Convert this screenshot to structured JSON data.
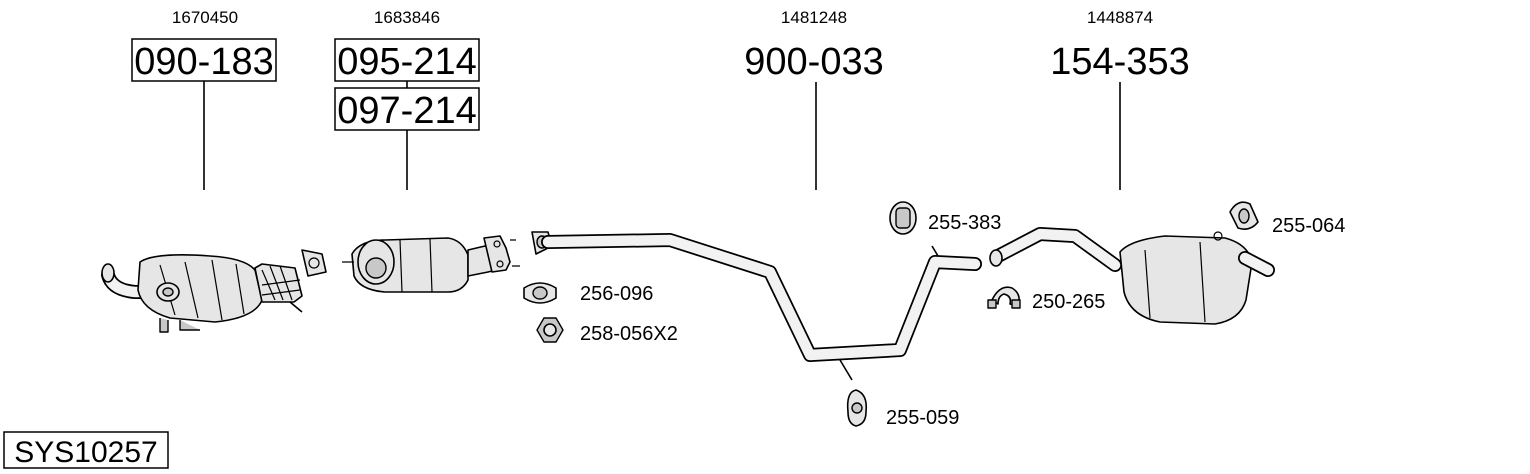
{
  "diagram": {
    "system_id": "SYS10257",
    "groups": [
      {
        "ref": "1670450",
        "parts": [
          "090-183"
        ]
      },
      {
        "ref": "1683846",
        "parts": [
          "095-214",
          "097-214"
        ]
      },
      {
        "ref": "1481248",
        "parts": [
          "900-033"
        ]
      },
      {
        "ref": "1448874",
        "parts": [
          "154-353"
        ]
      }
    ],
    "accessories": [
      {
        "code": "256-096",
        "icon": "gasket-icon"
      },
      {
        "code": "258-056X2",
        "icon": "hex-nut-icon"
      },
      {
        "code": "255-383",
        "icon": "rubber-mount-icon"
      },
      {
        "code": "250-265",
        "icon": "clamp-icon"
      },
      {
        "code": "255-059",
        "icon": "rubber-mount-icon"
      },
      {
        "code": "255-064",
        "icon": "rubber-mount-icon"
      }
    ]
  }
}
